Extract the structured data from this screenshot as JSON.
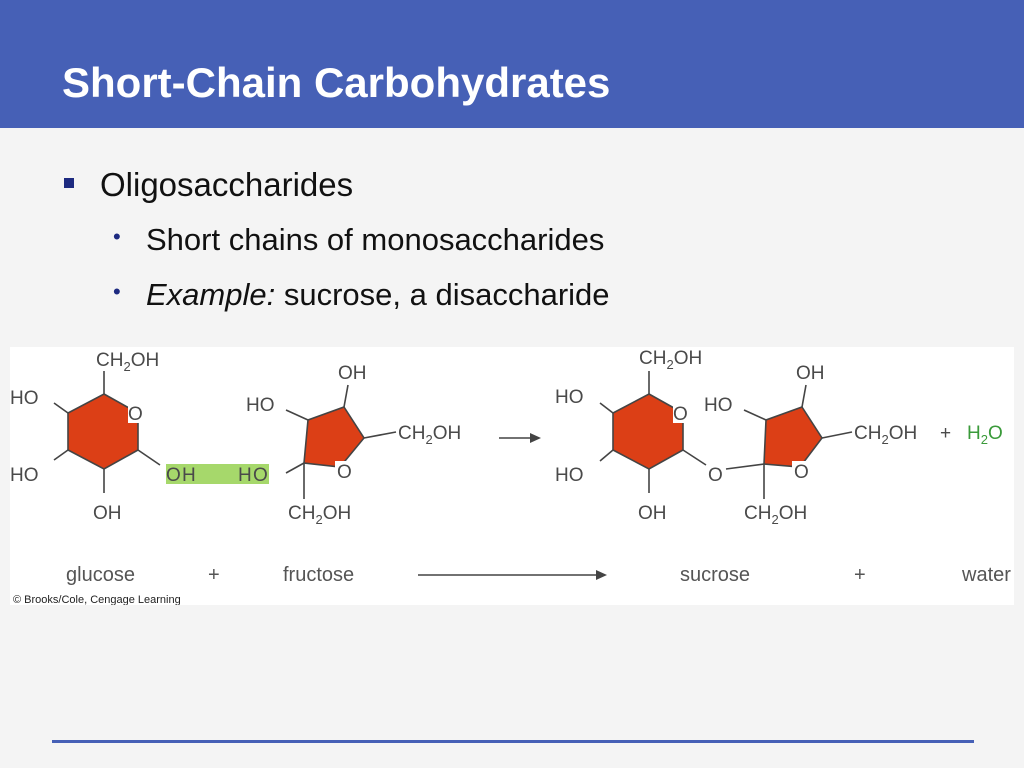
{
  "slide": {
    "title": "Short-Chain Carbohydrates",
    "bullets": [
      {
        "text": "Oligosaccharides"
      },
      {
        "text": "Short chains of monosaccharides"
      },
      {
        "italic": "Example:",
        "text": " sucrose, a disaccharide"
      }
    ]
  },
  "diagram": {
    "labels": {
      "ch2": "CH",
      "two": "2",
      "oh": "OH",
      "ho": "HO",
      "o": "O",
      "h": "H",
      "plus": "+"
    },
    "names": {
      "glucose": "glucose",
      "fructose": "fructose",
      "sucrose": "sucrose",
      "water": "water",
      "plus": "+"
    },
    "credit": "© Brooks/Cole, Cengage Learning",
    "colors": {
      "ring": "#dc3f16",
      "highlight": "#a6d86b",
      "water": "#3a9a3a",
      "text": "#4a4a4a"
    }
  },
  "theme": {
    "header_bg": "#4660b6",
    "bullet_color": "#1d2a80"
  }
}
